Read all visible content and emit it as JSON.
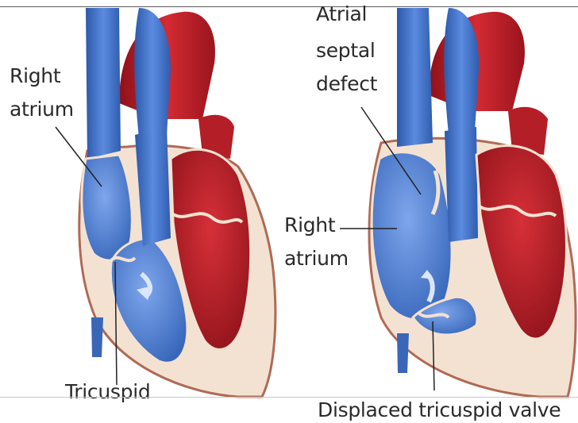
{
  "left_panel": {
    "labels": {
      "right_atrium_line1": "Right",
      "right_atrium_line2": "atrium",
      "tricuspid": "Tricuspid"
    }
  },
  "right_panel": {
    "labels": {
      "asd_line1": "Atrial",
      "asd_line2": "septal",
      "asd_line3": "defect",
      "right_atrium_line1": "Right",
      "right_atrium_line2": "atrium",
      "displaced_valve": "Displaced tricuspid valve"
    }
  },
  "colors": {
    "deoxygenated_blue": "#3f6fc8",
    "blue_dark": "#2a4f9c",
    "oxygenated_red": "#c0202a",
    "red_dark": "#8a1018",
    "myocardium_cream": "#f3e2d2",
    "label_text": "#2a2a2a"
  }
}
